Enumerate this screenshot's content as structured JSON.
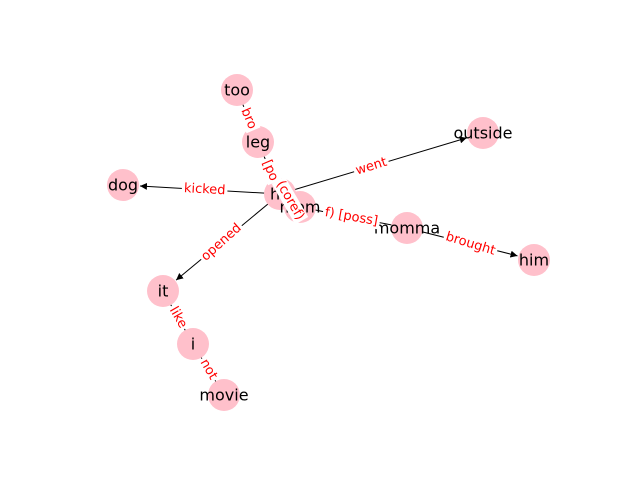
{
  "colors": {
    "node": "#ffc0cb",
    "edge": "#000000",
    "edge_label": "#ff0000",
    "background": "#ffffff"
  },
  "nodes": [
    {
      "id": "too",
      "label": "too"
    },
    {
      "id": "leg",
      "label": "leg"
    },
    {
      "id": "outside",
      "label": "outside"
    },
    {
      "id": "dog",
      "label": "dog"
    },
    {
      "id": "he",
      "label": "he"
    },
    {
      "id": "mom",
      "label": "mom"
    },
    {
      "id": "momma",
      "label": "momma"
    },
    {
      "id": "him",
      "label": "him"
    },
    {
      "id": "it",
      "label": "it"
    },
    {
      "id": "i",
      "label": "i"
    },
    {
      "id": "movie",
      "label": "movie"
    }
  ],
  "edges": [
    {
      "from": "he",
      "to": "outside",
      "label": "went",
      "directed": true
    },
    {
      "from": "he",
      "to": "dog",
      "label": "kicked",
      "directed": true
    },
    {
      "from": "he",
      "to": "it",
      "label": "opened",
      "directed": true
    },
    {
      "from": "momma",
      "to": "him",
      "label": "brought",
      "directed": true
    },
    {
      "from": "too",
      "to": "leg",
      "label": "bro",
      "directed": false
    },
    {
      "from": "leg",
      "to": "he",
      "label": "[po",
      "directed": false
    },
    {
      "from": "he",
      "to": "mom",
      "label": "(coref)",
      "directed": false
    },
    {
      "from": "mom",
      "to": "momma",
      "label": "f) [poss]",
      "directed": false
    },
    {
      "from": "it",
      "to": "i",
      "label": "like",
      "directed": false
    },
    {
      "from": "i",
      "to": "movie",
      "label": "not",
      "directed": false
    }
  ]
}
